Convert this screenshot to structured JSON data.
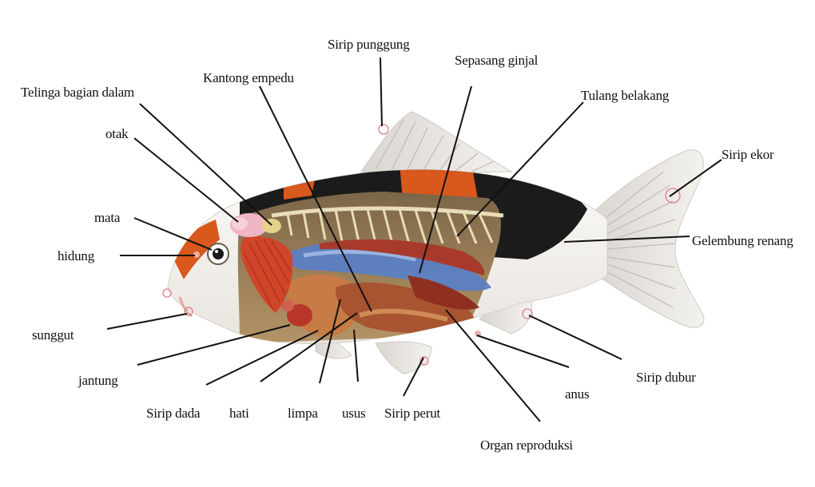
{
  "diagram": {
    "labels": {
      "sirip_punggung": "Sirip punggung",
      "sepasang_ginjal": "Sepasang ginjal",
      "kantong_empedu": "Kantong empedu",
      "telinga_bagian_dalam": "Telinga bagian dalam",
      "tulang_belakang": "Tulang belakang",
      "otak": "otak",
      "sirip_ekor": "Sirip ekor",
      "mata": "mata",
      "gelembung_renang": "Gelembung renang",
      "hidung": "hidung",
      "sunggut": "sunggut",
      "jantung": "jantung",
      "sirip_dada": "Sirip dada",
      "hati": "hati",
      "limpa": "limpa",
      "usus": "usus",
      "sirip_perut": "Sirip perut",
      "anus": "anus",
      "sirip_dubur": "Sirip dubur",
      "organ_reproduksi": "Organ reproduksi"
    },
    "colors": {
      "fish_white": "#f4f1ec",
      "fin": "#e9e6e1",
      "black_patch": "#1b1b1b",
      "orange_patch": "#d9581c",
      "gill": "#d0452a",
      "swim_bladder": "#5b7fc4",
      "liver": "#c77b45",
      "intestine": "#a85430",
      "kidney": "#a83a2c",
      "brain": "#f0b5c3",
      "leader_line": "#111111"
    }
  }
}
